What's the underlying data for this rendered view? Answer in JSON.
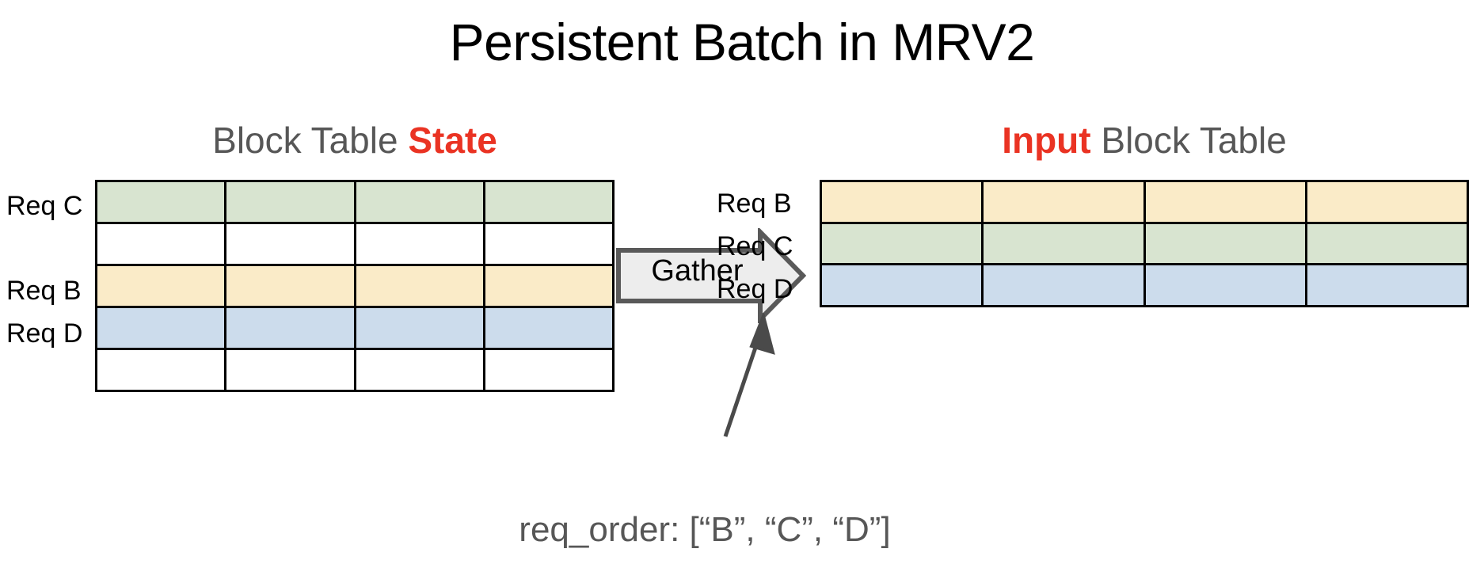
{
  "title": "Persistent Batch in MRV2",
  "colors": {
    "accent_red": "#EA3323",
    "heading_gray": "#575757",
    "green": "#D8E4D0",
    "yellow": "#FAEBC8",
    "blue": "#CCDCEC",
    "white": "#FFFFFF",
    "grid_line": "#000000",
    "arrow_fill": "#EDEDED",
    "arrow_stroke": "#595959"
  },
  "left_panel": {
    "heading_prefix": "Block Table ",
    "heading_accent": "State",
    "heading_suffix": "",
    "columns": 4,
    "rows": 5,
    "row_fills": [
      "green",
      "white",
      "yellow",
      "blue",
      "white"
    ],
    "row_labels": [
      {
        "row": 0,
        "label": "Req C"
      },
      {
        "row": 2,
        "label": "Req B"
      },
      {
        "row": 3,
        "label": "Req D"
      }
    ]
  },
  "right_panel": {
    "heading_prefix": "",
    "heading_accent": "Input",
    "heading_suffix": " Block Table",
    "columns": 4,
    "rows": 3,
    "row_fills": [
      "yellow",
      "green",
      "blue"
    ],
    "row_labels": [
      {
        "row": 0,
        "label": "Req B"
      },
      {
        "row": 1,
        "label": "Req C"
      },
      {
        "row": 2,
        "label": "Req D"
      }
    ]
  },
  "gather": {
    "label": "Gather"
  },
  "caption": "req_order: [“B”, “C”, “D”]"
}
